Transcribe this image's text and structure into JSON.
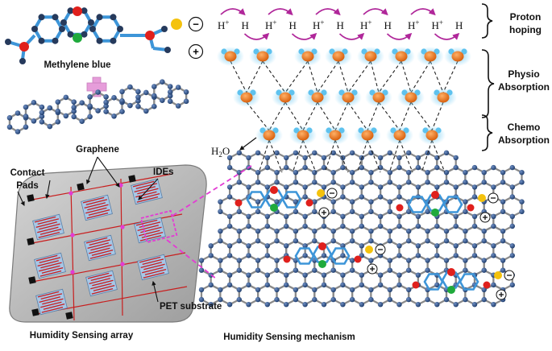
{
  "labels": {
    "methylene_blue": "Methylene blue",
    "graphene": "Graphene",
    "contact_pads_line1": "Contact",
    "contact_pads_line2": "Pads",
    "ides": "IDEs",
    "pet_substrate": "PET substrate",
    "humidity_sensing_array": "Humidity Sensing array",
    "humidity_sensing_mechanism": "Humidity Sensing mechanism",
    "proton_hoping_line1": "Proton",
    "proton_hoping_line2": "hoping",
    "physio_line1": "Physio",
    "physio_line2": "Absorption",
    "chemo_line1": "Chemo",
    "chemo_line2": "Absorption",
    "water": "H2O",
    "h_plus": "H",
    "plus_sup": "+",
    "h_plain": "H",
    "minus_sign": "−",
    "plus_sign": "+"
  },
  "proton_sequence": [
    "H+",
    "H",
    "H+",
    "H",
    "H+",
    "H",
    "H+",
    "H",
    "H+",
    "H+",
    "H"
  ],
  "colors": {
    "graphene_atom": "#2e4f86",
    "graphene_bond": "#8a8a8a",
    "mb_ring": "#3d95d8",
    "mb_atom": "#263a5c",
    "red_atom": "#e0201c",
    "green_atom": "#1faa3c",
    "yellow_ion": "#f4c20d",
    "water_oxygen": "#e8741b",
    "water_glow": "#6fcbf3",
    "arrow_magenta": "#b0279a",
    "plus_sign": "#e69dda",
    "substrate": "#bdbdbd",
    "electrode": "#c81e1e",
    "highlight": "#e33bd4"
  }
}
